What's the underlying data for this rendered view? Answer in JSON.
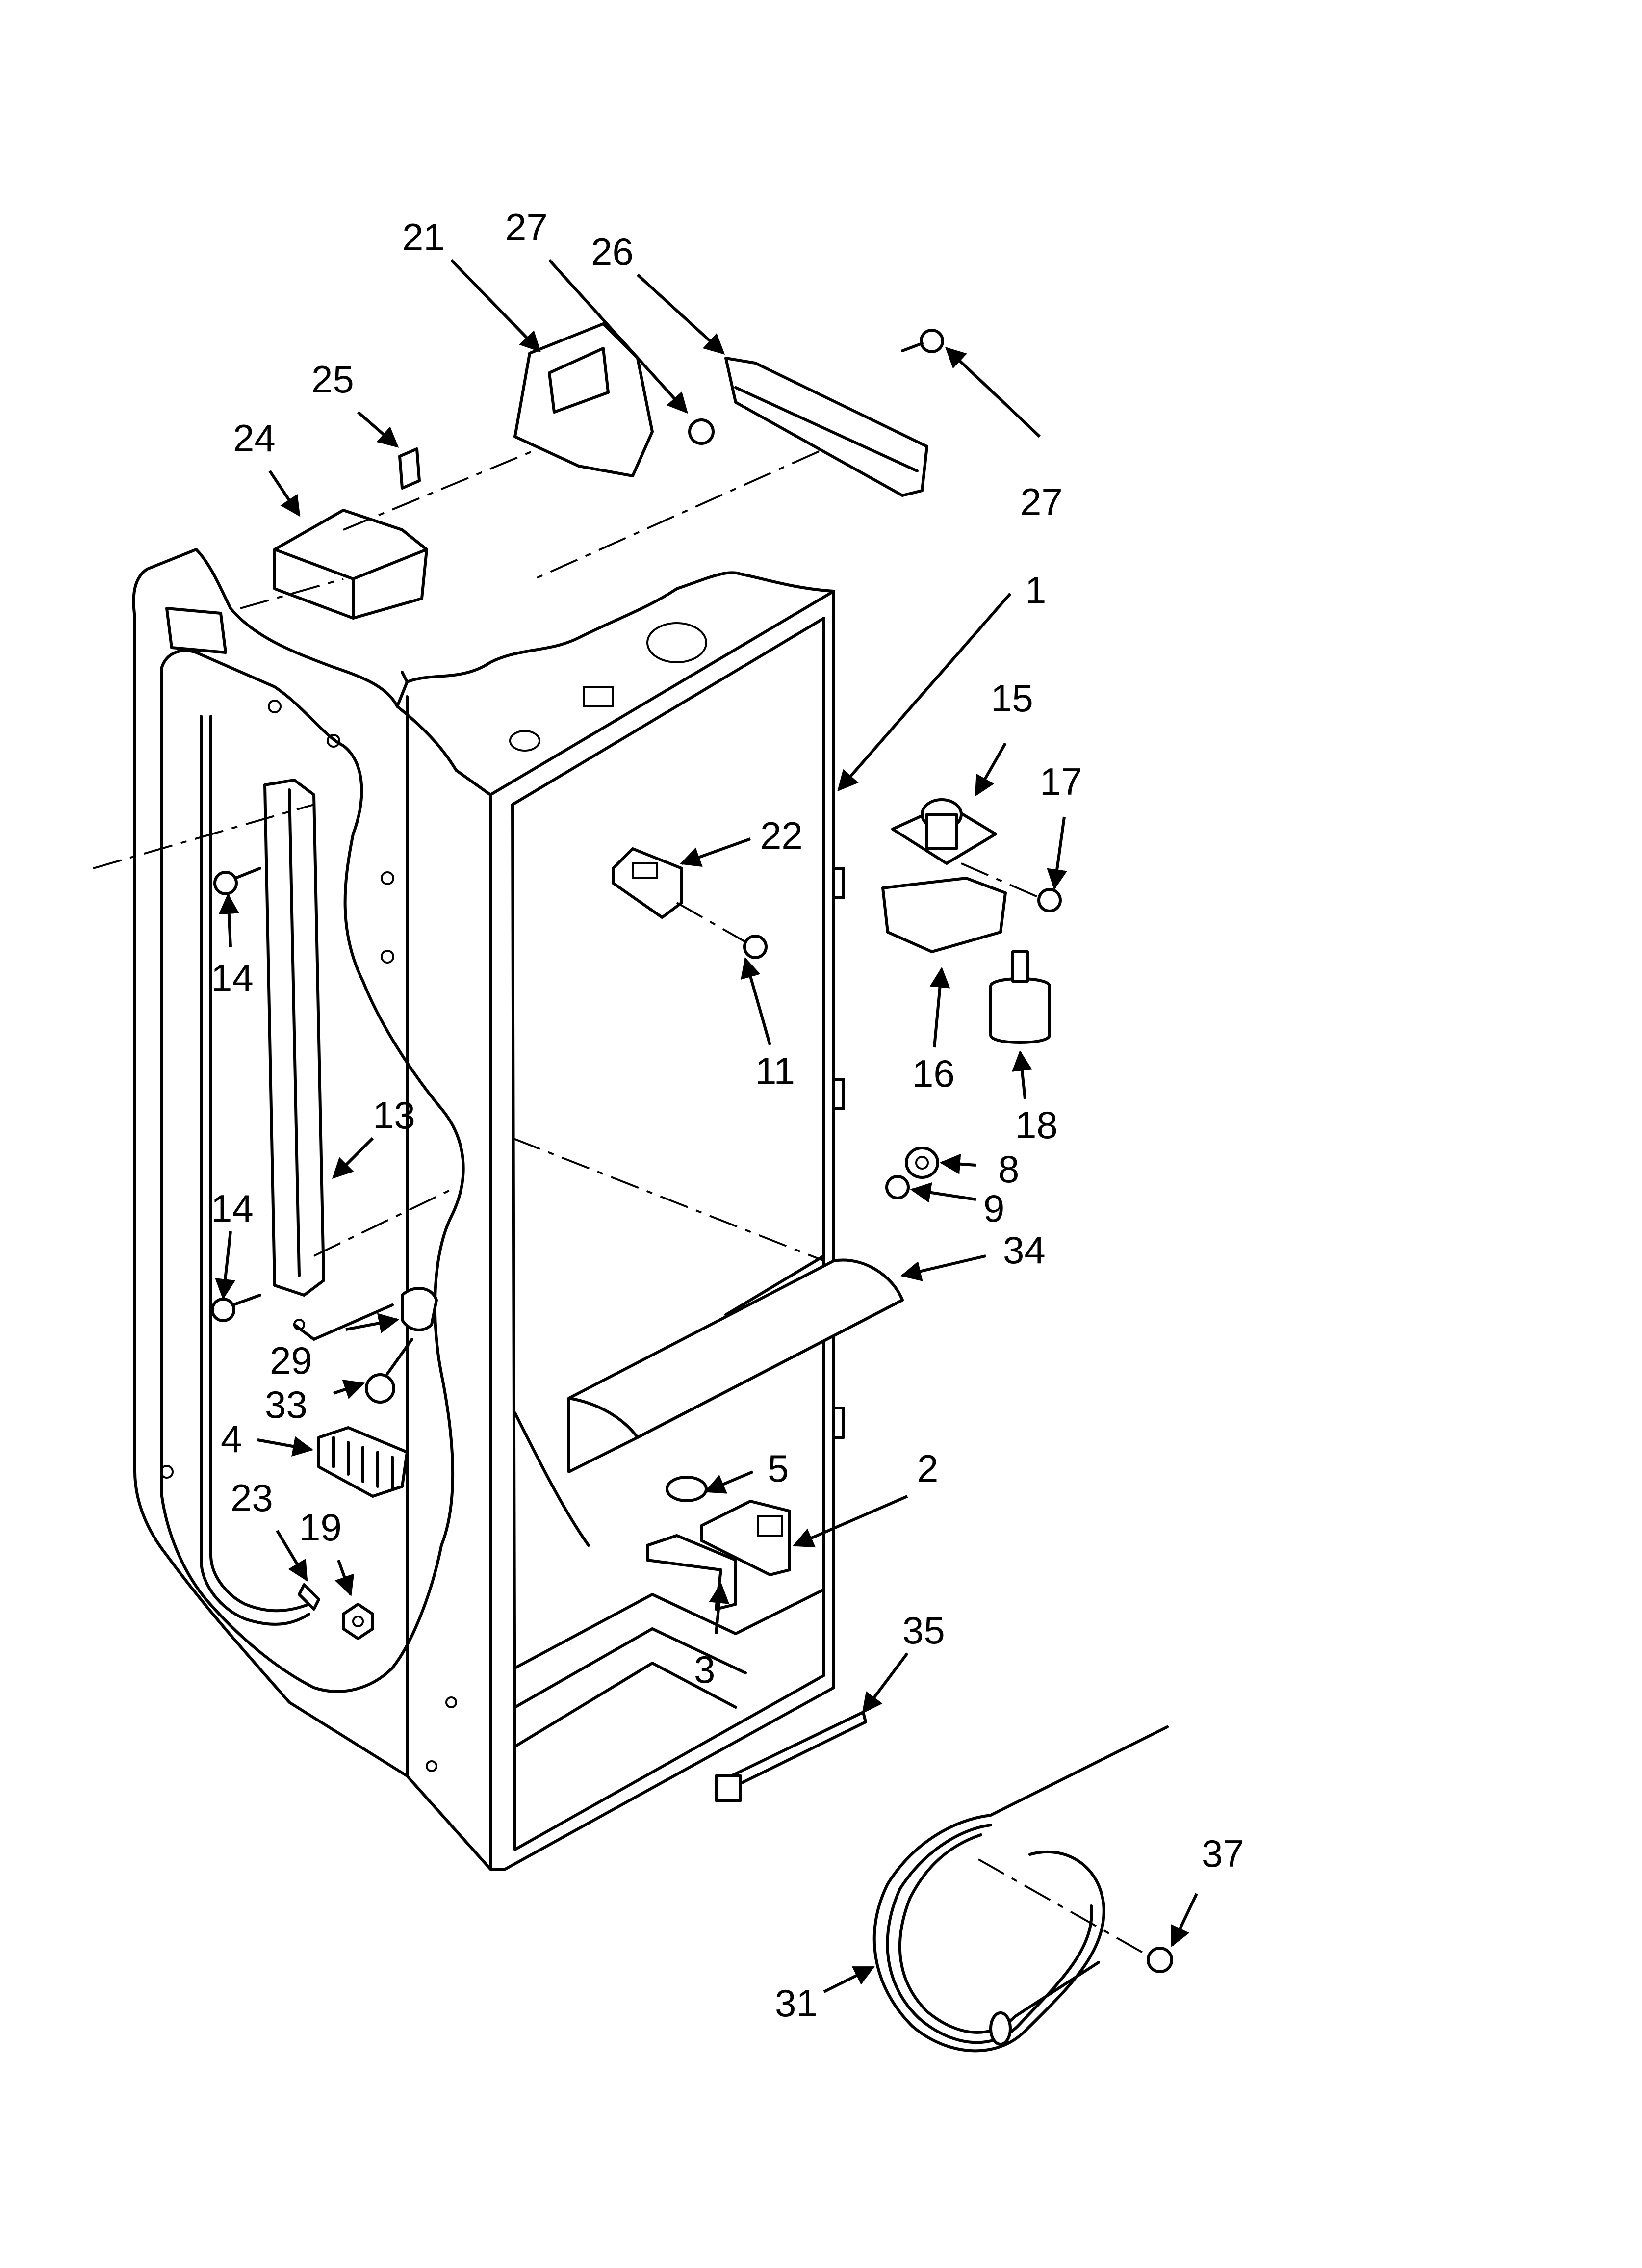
{
  "diagram": {
    "callouts": [
      {
        "id": "c1",
        "text": "1"
      },
      {
        "id": "c2",
        "text": "2"
      },
      {
        "id": "c3",
        "text": "3"
      },
      {
        "id": "c4",
        "text": "4"
      },
      {
        "id": "c5",
        "text": "5"
      },
      {
        "id": "c8",
        "text": "8"
      },
      {
        "id": "c9",
        "text": "9"
      },
      {
        "id": "c11",
        "text": "11"
      },
      {
        "id": "c13",
        "text": "13"
      },
      {
        "id": "c14a",
        "text": "14"
      },
      {
        "id": "c14b",
        "text": "14"
      },
      {
        "id": "c15",
        "text": "15"
      },
      {
        "id": "c16",
        "text": "16"
      },
      {
        "id": "c17",
        "text": "17"
      },
      {
        "id": "c18",
        "text": "18"
      },
      {
        "id": "c19",
        "text": "19"
      },
      {
        "id": "c21",
        "text": "21"
      },
      {
        "id": "c22",
        "text": "22"
      },
      {
        "id": "c23",
        "text": "23"
      },
      {
        "id": "c24",
        "text": "24"
      },
      {
        "id": "c25",
        "text": "25"
      },
      {
        "id": "c26",
        "text": "26"
      },
      {
        "id": "c27a",
        "text": "27"
      },
      {
        "id": "c27b",
        "text": "27"
      },
      {
        "id": "c29",
        "text": "29"
      },
      {
        "id": "c31",
        "text": "31"
      },
      {
        "id": "c33",
        "text": "33"
      },
      {
        "id": "c34",
        "text": "34"
      },
      {
        "id": "c35",
        "text": "35"
      },
      {
        "id": "c37",
        "text": "37"
      }
    ]
  }
}
